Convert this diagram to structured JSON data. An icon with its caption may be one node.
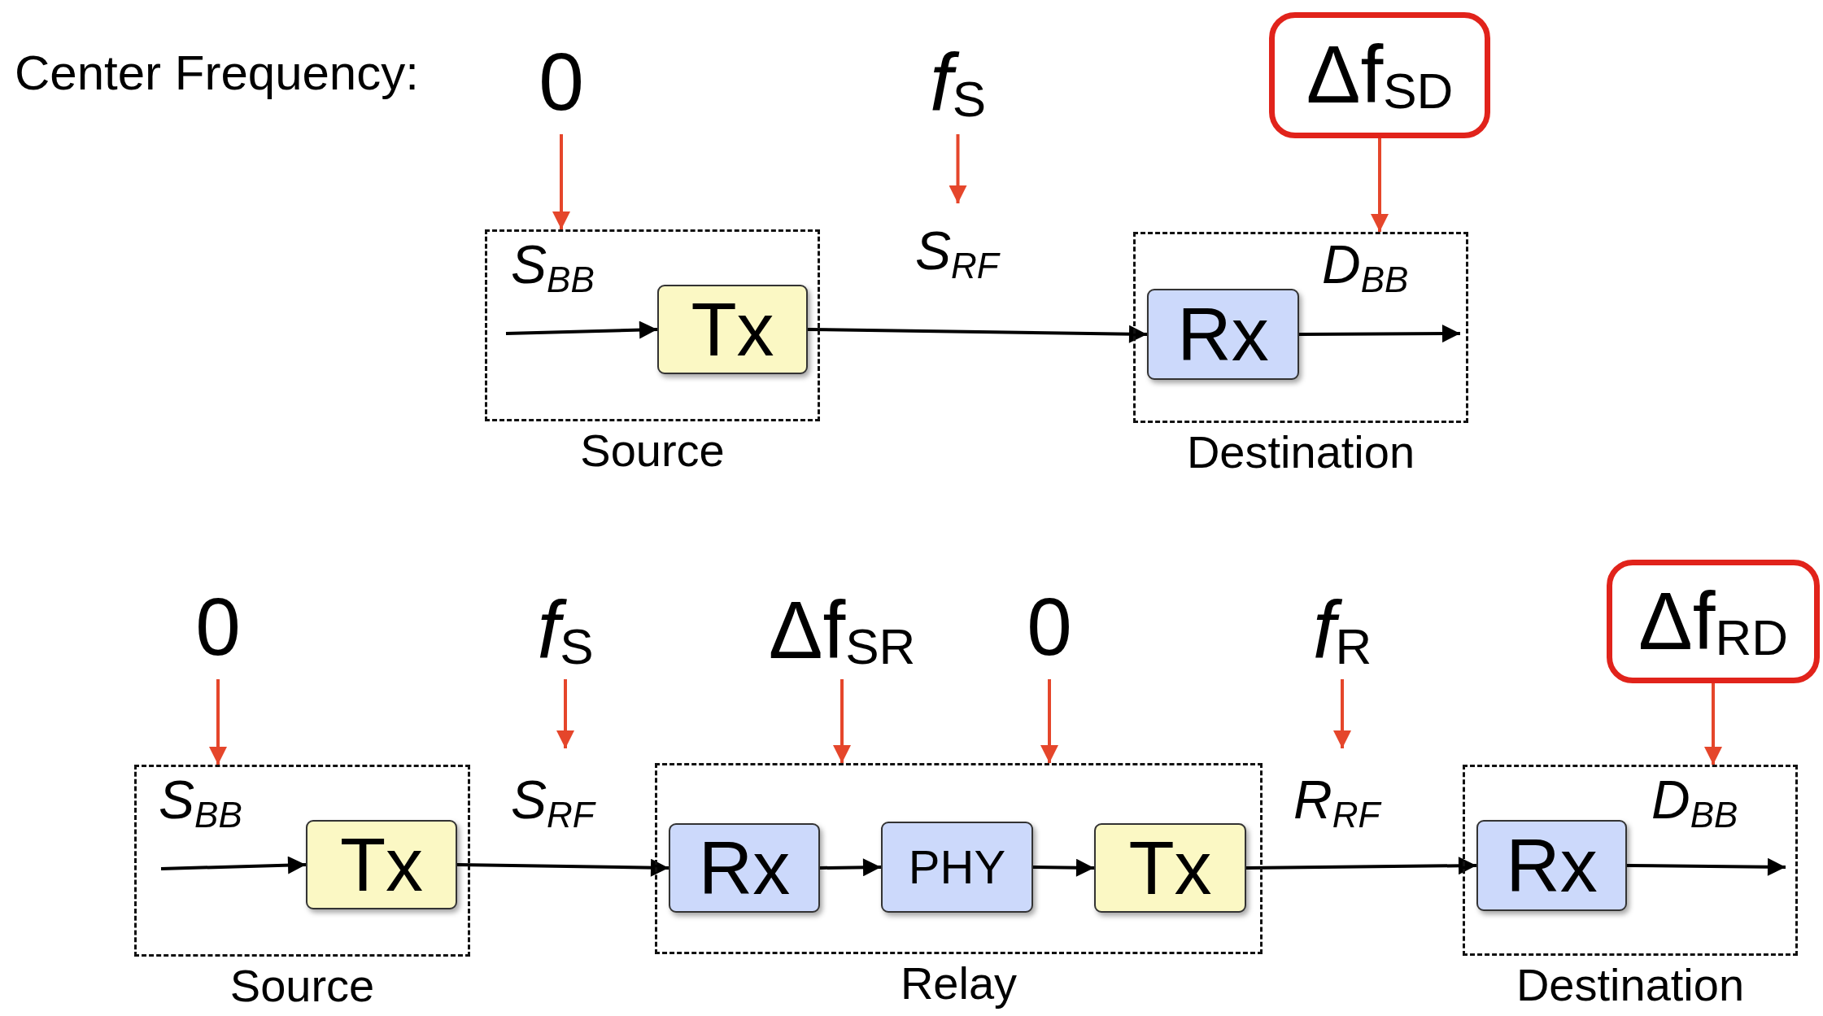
{
  "diagram": {
    "nodes": [
      {
        "text": [
          "0"
        ]
      },
      {
        "text": [
          "*f*$_{S}$"
        ]
      },
      {
        "text": [
          "Δf$_{SD}$"
        ]
      },
      {
        "text": [
          "Source"
        ]
      },
      {
        "text": [
          "Tx"
        ],
        "in": 3
      },
      {
        "text": [
          "Destination"
        ]
      },
      {
        "text": [
          "Rx"
        ],
        "in": 5
      },
      {
        "text": [
          "0"
        ]
      },
      {
        "text": [
          "*f*$_{S}$"
        ]
      },
      {
        "text": [
          "Δf$_{SR}$"
        ]
      },
      {
        "text": [
          "0"
        ]
      },
      {
        "text": [
          "*f*$_{R}$"
        ]
      },
      {
        "text": [
          "Δf$_{RD}$"
        ]
      },
      {
        "text": [
          "Source"
        ]
      },
      {
        "text": [
          "Tx"
        ],
        "in": 13
      },
      {
        "text": [
          "Relay"
        ]
      },
      {
        "text": [
          "Rx"
        ],
        "in": 15
      },
      {
        "text": [
          "PHY"
        ],
        "in": 15
      },
      {
        "text": [
          "Tx"
        ],
        "in": 15
      },
      {
        "text": [
          "Destination"
        ]
      },
      {
        "text": [
          "Rx"
        ],
        "in": 19
      }
    ],
    "edges": [
      {
        "from": 0,
        "to": 3,
        "arrow": "to",
        "color": "#e5462b"
      },
      {
        "from": 1,
        "to": null,
        "arrow": "to",
        "color": "#e5462b"
      },
      {
        "from": 2,
        "to": 5,
        "arrow": "to",
        "color": "#e5462b"
      },
      {
        "from": null,
        "to": 4,
        "arrow": "to",
        "label": "S$_{BB}$",
        "color": "#000000"
      },
      {
        "from": 4,
        "to": 6,
        "arrow": "to",
        "label": "S$_{RF}$",
        "color": "#000000"
      },
      {
        "from": 6,
        "to": null,
        "arrow": "to",
        "label": "D$_{BB}$",
        "color": "#000000"
      },
      {
        "from": 7,
        "to": 13,
        "arrow": "to",
        "color": "#e5462b"
      },
      {
        "from": 8,
        "to": null,
        "arrow": "to",
        "color": "#e5462b"
      },
      {
        "from": 9,
        "to": 15,
        "arrow": "to",
        "color": "#e5462b"
      },
      {
        "from": 10,
        "to": 15,
        "arrow": "to",
        "color": "#e5462b"
      },
      {
        "from": 11,
        "to": null,
        "arrow": "to",
        "color": "#e5462b"
      },
      {
        "from": 12,
        "to": 19,
        "arrow": "to",
        "color": "#e5462b"
      },
      {
        "from": null,
        "to": 14,
        "arrow": "to",
        "label": "S$_{BB}$",
        "color": "#000000"
      },
      {
        "from": 14,
        "to": 16,
        "arrow": "to",
        "label": "S$_{RF}$",
        "color": "#000000"
      },
      {
        "from": 16,
        "to": 17,
        "arrow": "to",
        "color": "#000000"
      },
      {
        "from": 17,
        "to": 18,
        "arrow": "to",
        "color": "#000000"
      },
      {
        "from": 18,
        "to": 20,
        "arrow": "to",
        "label": "R$_{RF}$",
        "color": "#000000"
      },
      {
        "from": 20,
        "to": null,
        "arrow": "to",
        "label": "D$_{BB}$",
        "color": "#000000"
      }
    ],
    "labels": [
      "Center Frequency:"
    ]
  }
}
